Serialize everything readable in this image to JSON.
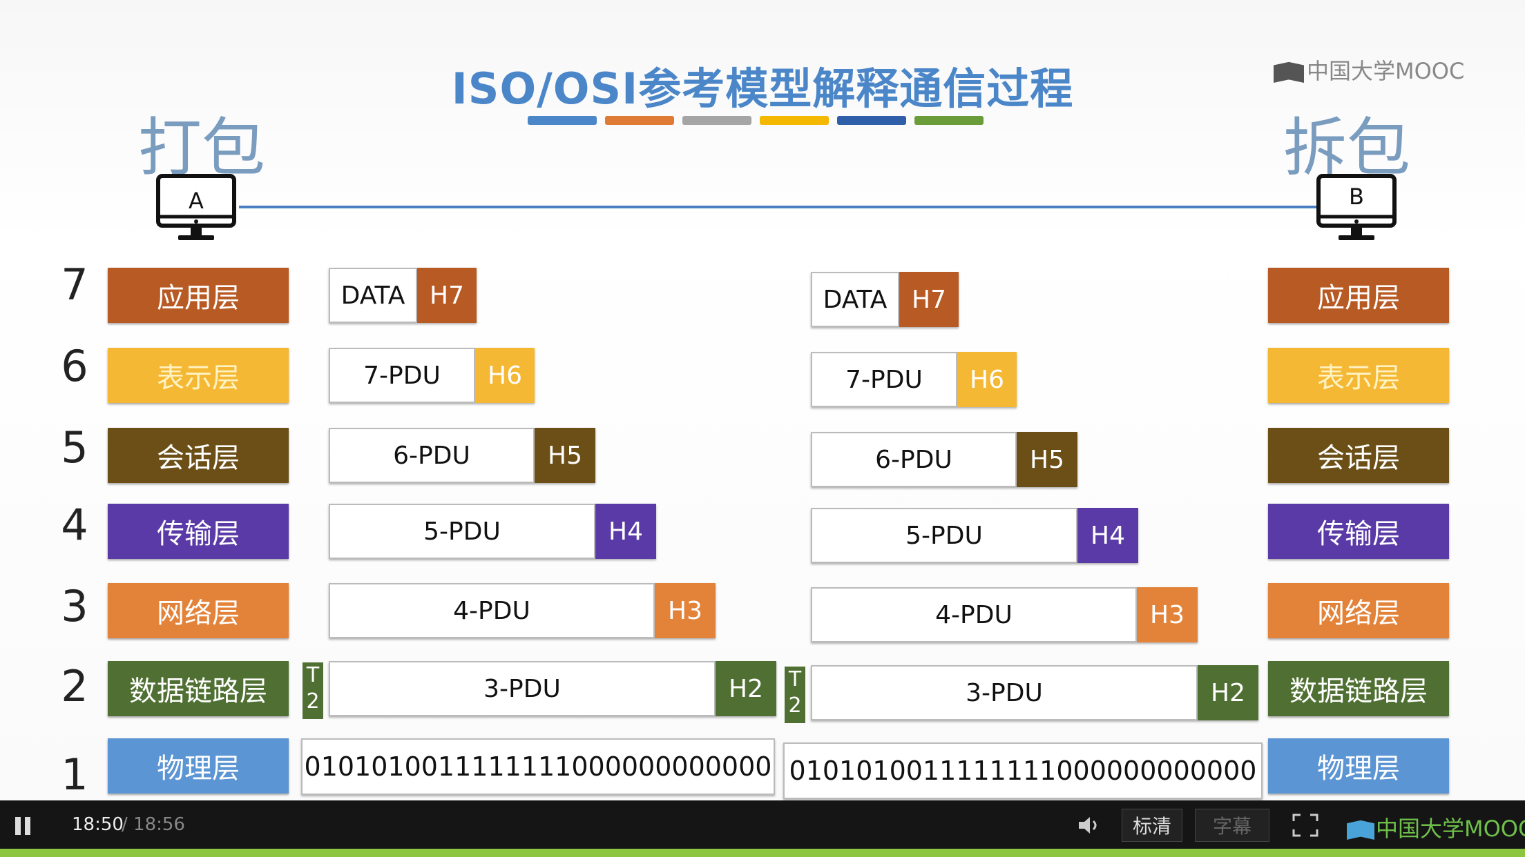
{
  "slide": {
    "title": "ISO/OSI参考模型解释通信过程",
    "watermark": "中国大学MOOC",
    "left_label": "打包",
    "right_label": "拆包",
    "host_a": "A",
    "host_b": "B",
    "title_bar_colors": [
      "#4a86c8",
      "#e07b35",
      "#a5a5a5",
      "#f5b800",
      "#2e5fa8",
      "#6a9c3a"
    ]
  },
  "layers": [
    {
      "num": "7",
      "name": "应用层",
      "color": "#b85a24"
    },
    {
      "num": "6",
      "name": "表示层",
      "color": "#f5b834"
    },
    {
      "num": "5",
      "name": "会话层",
      "color": "#6b4f16"
    },
    {
      "num": "4",
      "name": "传输层",
      "color": "#5a3aa6"
    },
    {
      "num": "3",
      "name": "网络层",
      "color": "#e38339"
    },
    {
      "num": "2",
      "name": "数据链路层",
      "color": "#4f7032"
    },
    {
      "num": "1",
      "name": "物理层",
      "color": "#5c95d3"
    }
  ],
  "pdus": [
    {
      "body": "DATA",
      "head": "H7"
    },
    {
      "body": "7-PDU",
      "head": "H6"
    },
    {
      "body": "6-PDU",
      "head": "H5"
    },
    {
      "body": "5-PDU",
      "head": "H4"
    },
    {
      "body": "4-PDU",
      "head": "H3"
    },
    {
      "body": "3-PDU",
      "head": "H2",
      "trailer": "T2"
    }
  ],
  "bits": "0101010011111111000000000000",
  "player": {
    "current_time": "18:50",
    "total_time": "/ 18:56",
    "quality": "标清",
    "subtitle": "字幕",
    "logo": "中国大学MOOC",
    "pause_icon": "pause-icon",
    "volume_icon": "volume-icon",
    "fullscreen_icon": "fullscreen-icon"
  }
}
